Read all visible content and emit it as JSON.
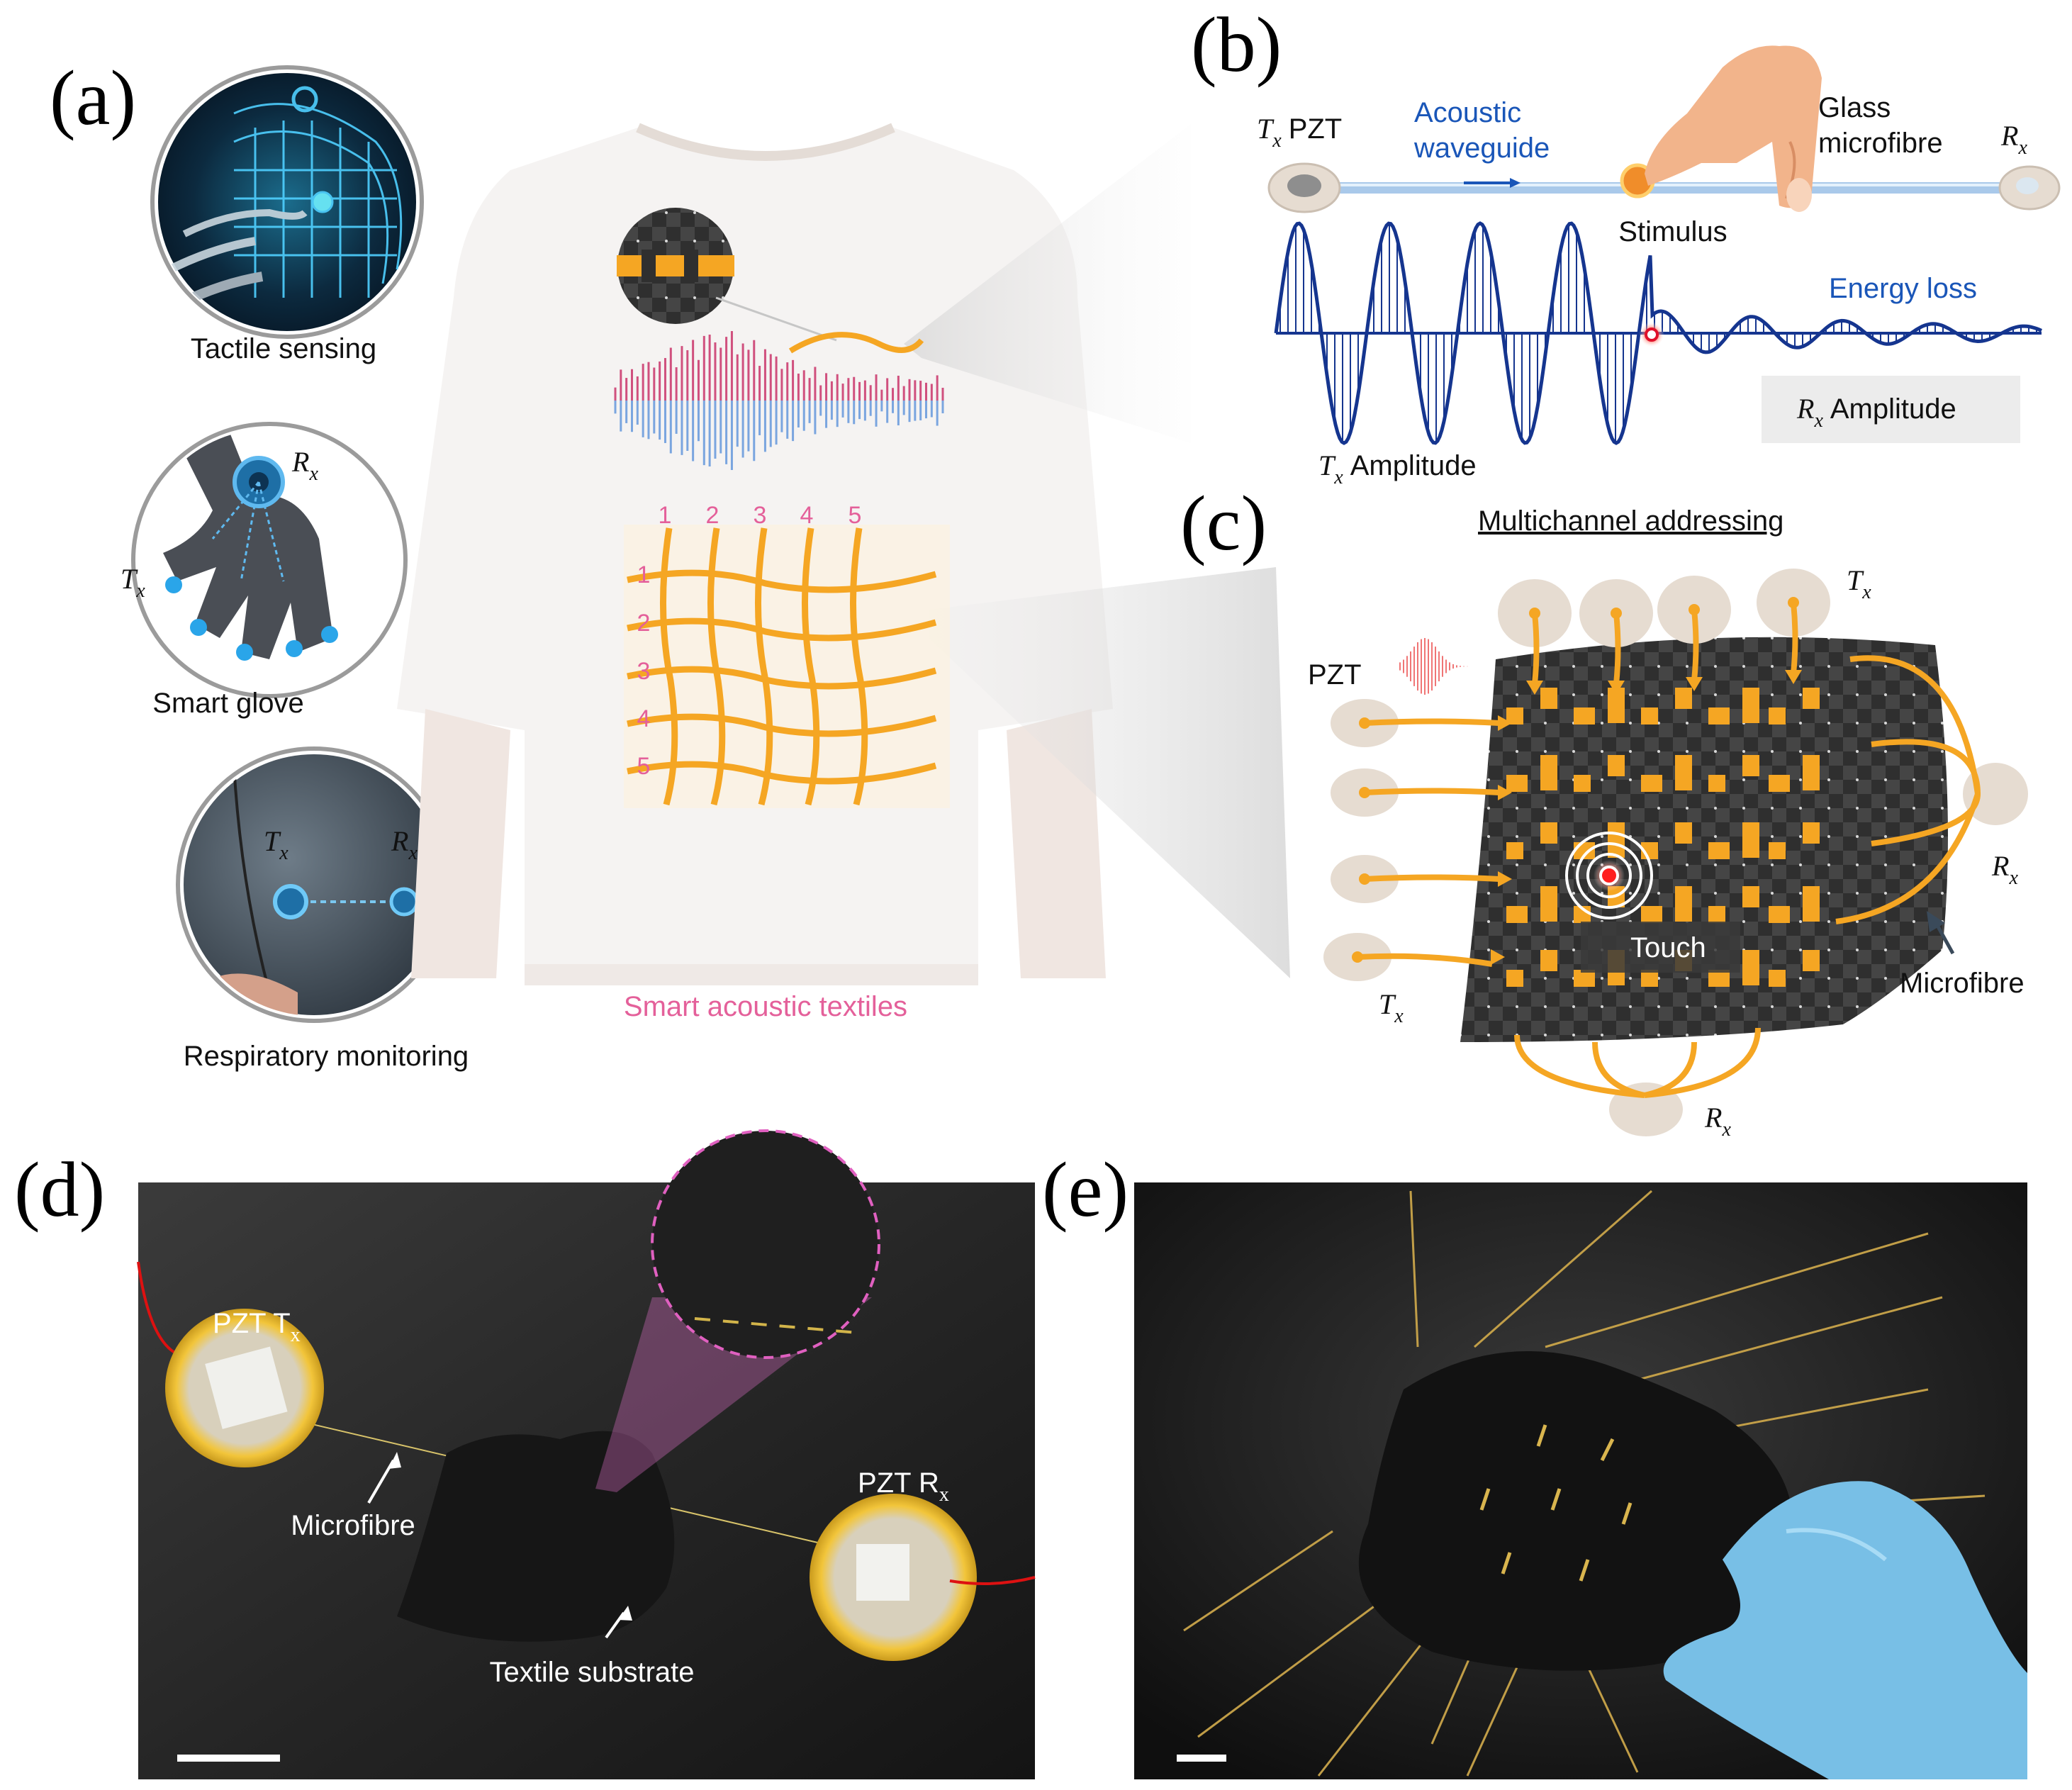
{
  "panels": {
    "a": "(a)",
    "b": "(b)",
    "c": "(c)",
    "d": "(d)",
    "e": "(e)"
  },
  "panel_a": {
    "tactile": "Tactile sensing",
    "glove": "Smart glove",
    "resp": "Respiratory monitoring",
    "glove_rx": "R",
    "glove_tx": "T",
    "resp_tx": "T",
    "resp_rx": "R",
    "sub_x": "x",
    "shirt_caption": "Smart acoustic textiles",
    "grid_col_labels": [
      "1",
      "2",
      "3",
      "4",
      "5"
    ],
    "grid_row_labels": [
      "1",
      "2",
      "3",
      "4",
      "5"
    ]
  },
  "panel_b": {
    "tx_pzt_T": "T",
    "tx_pzt_sub": "x",
    "tx_pzt_rest": "PZT",
    "acoustic1": "Acoustic",
    "acoustic2": "waveguide",
    "glass1": "Glass",
    "glass2": "microfibre",
    "rx_R": "R",
    "rx_sub": "x",
    "stimulus": "Stimulus",
    "energy_loss": "Energy loss",
    "rx_amp_R": "R",
    "rx_amp_sub": "x",
    "rx_amp_rest": "Amplitude",
    "tx_amp_T": "T",
    "tx_amp_sub": "x",
    "tx_amp_rest": "Amplitude"
  },
  "panel_c": {
    "title": "Multichannel addressing",
    "pzt": "PZT",
    "tx_T": "T",
    "sub_x": "x",
    "rx_R": "R",
    "touch": "Touch",
    "microfibre": "Microfibre"
  },
  "panel_d": {
    "pzt_tx": "PZT T",
    "pzt_rx": "PZT R",
    "sub_x": "x",
    "microfibre": "Microfibre",
    "substrate": "Textile substrate"
  },
  "colors": {
    "orange": "#f5a623",
    "blue_text": "#1a56b8",
    "wave_blue": "#15358f",
    "pink": "#e4609a",
    "disc": "#e6dcd1",
    "dark_fabric": "#2d2d2d"
  }
}
